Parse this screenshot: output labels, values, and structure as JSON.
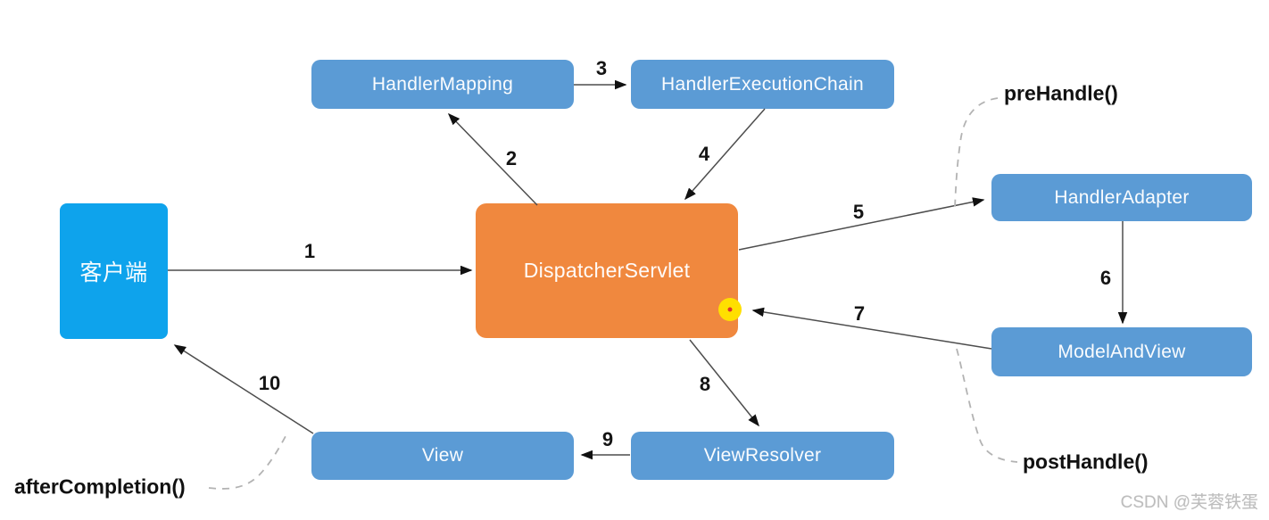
{
  "diagram": {
    "nodes": {
      "client": {
        "label": "客户端"
      },
      "handler_mapping": {
        "label": "HandlerMapping"
      },
      "handler_execution_chain": {
        "label": "HandlerExecutionChain"
      },
      "dispatcher_servlet": {
        "label": "DispatcherServlet"
      },
      "handler_adapter": {
        "label": "HandlerAdapter"
      },
      "model_and_view": {
        "label": "ModelAndView"
      },
      "view_resolver": {
        "label": "ViewResolver"
      },
      "view": {
        "label": "View"
      }
    },
    "steps": {
      "s1": "1",
      "s2": "2",
      "s3": "3",
      "s4": "4",
      "s5": "5",
      "s6": "6",
      "s7": "7",
      "s8": "8",
      "s9": "9",
      "s10": "10"
    },
    "annotations": {
      "pre_handle": "preHandle()",
      "post_handle": "postHandle()",
      "after_completion": "afterCompletion()"
    },
    "colors": {
      "node_blue": "#5b9bd5",
      "client_blue": "#0ea3ec",
      "dispatcher_orange": "#f0883e",
      "arrow_line": "#4d4d4d",
      "arrow_head": "#111111",
      "dashed_connector": "#b3b3b3",
      "highlight_yellow": "#ffdf00",
      "highlight_dot_red": "#e0312b"
    }
  },
  "watermark": {
    "text": "CSDN @芙蓉铁蛋"
  }
}
